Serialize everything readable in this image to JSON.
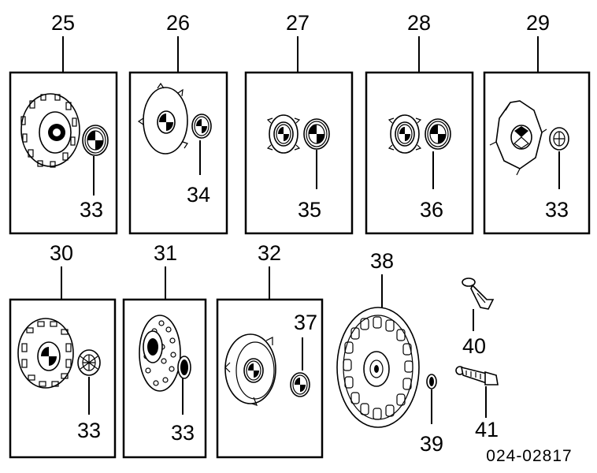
{
  "diagram": {
    "top_row": [
      {
        "callout": "25",
        "sub_callout": "33"
      },
      {
        "callout": "26",
        "sub_callout": "34"
      },
      {
        "callout": "27",
        "sub_callout": "35"
      },
      {
        "callout": "28",
        "sub_callout": "36"
      },
      {
        "callout": "29",
        "sub_callout": "33"
      }
    ],
    "bottom_row": [
      {
        "callout": "30",
        "sub_callout": "33"
      },
      {
        "callout": "31",
        "sub_callout": "33"
      },
      {
        "callout": "32",
        "sub_callout": "37"
      }
    ],
    "loose_parts": [
      {
        "callout": "38"
      },
      {
        "callout": "39"
      },
      {
        "callout": "40"
      },
      {
        "callout": "41"
      }
    ],
    "drawing_number": "024-02817"
  },
  "colors": {
    "ink": "#000000",
    "paper": "#ffffff"
  },
  "icons": [
    "hub-cap-icon",
    "emblem-icon",
    "wheel-trim-icon",
    "valve-cap-icon",
    "valve-stem-icon"
  ]
}
